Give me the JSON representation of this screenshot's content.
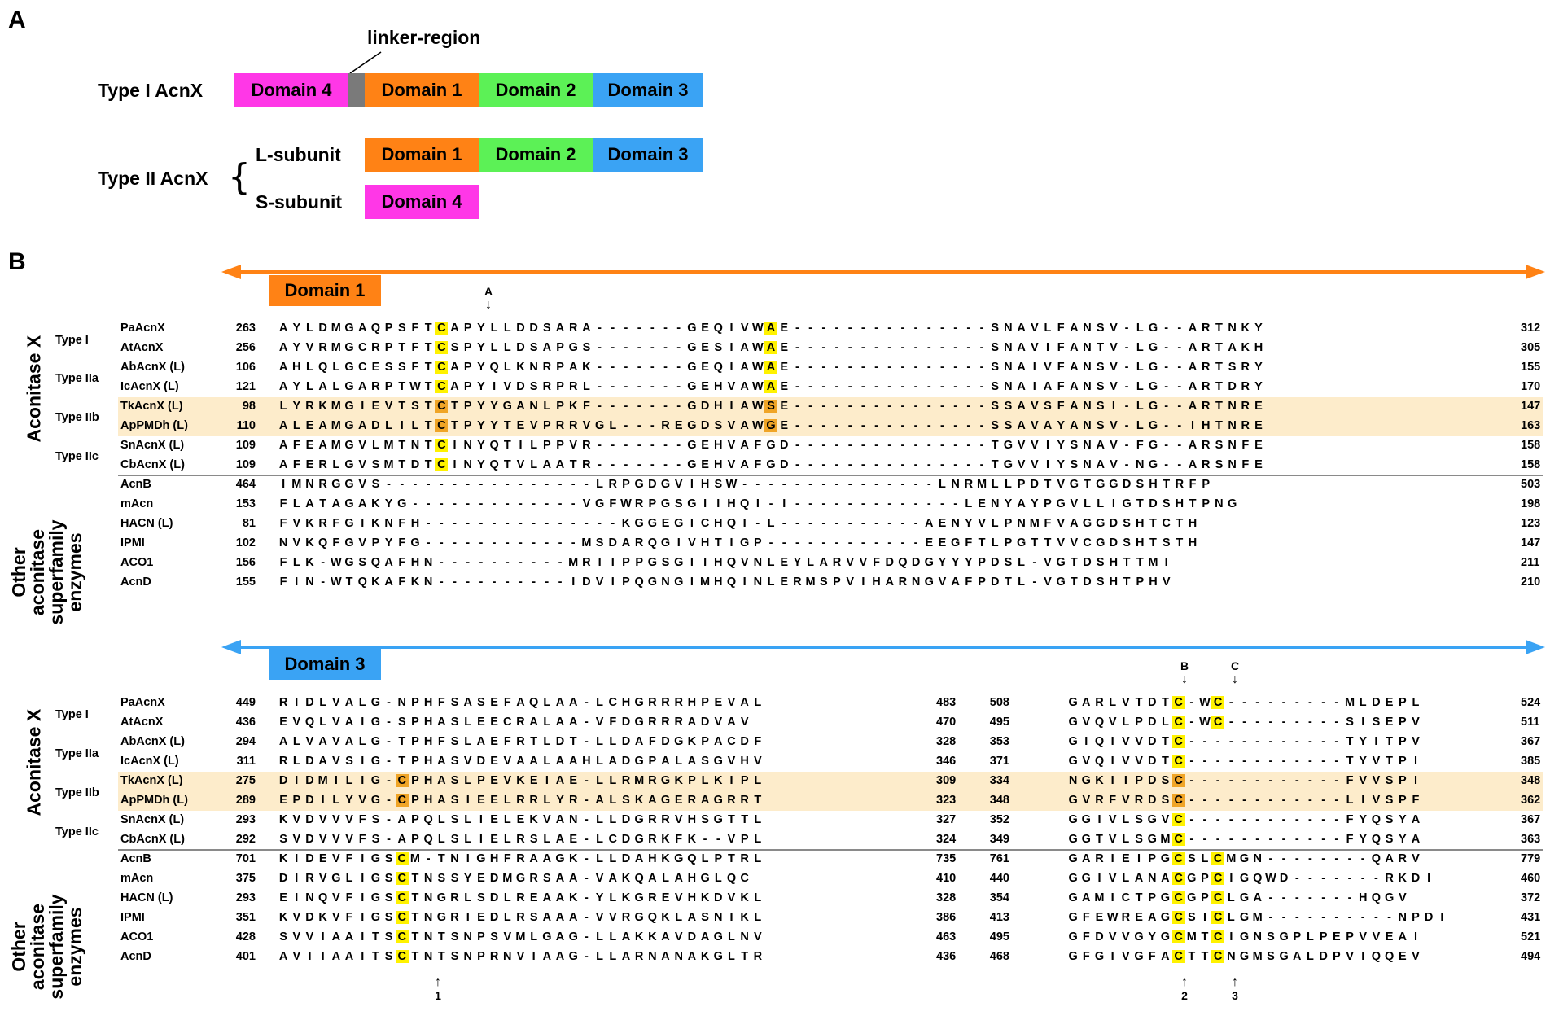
{
  "panel_a": {
    "letter": "A",
    "linker_label": "linker-region",
    "type1_label": "Type I AcnX",
    "type2_label": "Type II AcnX",
    "brace": "{",
    "l_subunit": "L-subunit",
    "s_subunit": "S-subunit",
    "domain1": "Domain 1",
    "domain2": "Domain 2",
    "domain3": "Domain 3",
    "domain4": "Domain 4"
  },
  "panel_b": {
    "letter": "B",
    "group_acnx": "Aconitase X",
    "group_other": [
      "Other",
      "aconitase",
      "superfamily",
      "enzymes"
    ],
    "type_labels": [
      "Type I",
      "Type IIa",
      "Type IIb",
      "Type IIc"
    ],
    "domain1_tag": "Domain 1",
    "domain3_tag": "Domain 3",
    "site_letters": {
      "a": "A",
      "b": "B",
      "c": "C"
    },
    "site_numbers": {
      "one": "1",
      "two": "2",
      "three": "3"
    }
  },
  "alignment1": [
    {
      "name": "PaAcnX",
      "start": "263",
      "seq": "AYLDMGAQPSFTCAPYLLDDSARA-------GEQIVWAE---------------SNAVLFANSV-LG--ARTNKY",
      "end": "312",
      "hl": {
        "12": "Y",
        "37": "Y"
      }
    },
    {
      "name": "AtAcnX",
      "start": "256",
      "seq": "AYVRMGCRPTFTCSPYLLDSAPGS-------GESIAWAE---------------SNAVIFANTV-LG--ARTAKH",
      "end": "305",
      "hl": {
        "12": "Y",
        "37": "Y"
      }
    },
    {
      "name": "AbAcnX (L)",
      "start": "106",
      "seq": "AHLQLGCESSFTCAPYQLKNRPAK-------GEQIAWAE---------------SNAIVFANSV-LG--ARTSRY",
      "end": "155",
      "hl": {
        "12": "Y",
        "37": "Y"
      }
    },
    {
      "name": "IcAcnX (L)",
      "start": "121",
      "seq": "AYLALGARPTWTCAPYIVDSRPRL-------GEHVAWAE---------------SNAIAFANSV-LG--ARTDRY",
      "end": "170",
      "hl": {
        "12": "Y",
        "37": "Y"
      }
    },
    {
      "name": "TkAcnX (L)",
      "start": "98",
      "seq": "LYRKMGIEVTSTCTPYYGANLPKF-------GDHIAWSE---------------SSAVSFANSI-LG--ARTNRE",
      "end": "147",
      "hl": {
        "12": "O",
        "37": "O"
      },
      "band": true
    },
    {
      "name": "ApPMDh (L)",
      "start": "110",
      "seq": "ALEAMGADLILTCTPYYTEVPRRVGL---REGDSVAWGE---------------SSAVAYANSV-LG--IHTNRE",
      "end": "163",
      "hl": {
        "12": "O",
        "37": "O"
      },
      "band": true
    },
    {
      "name": "SnAcnX (L)",
      "start": "109",
      "seq": "AFEAMGVLMTNTCINYQTILPPVR-------GEHVAFGD---------------TGVVIYSNAV-FG--ARSNFE",
      "end": "158",
      "hl": {
        "12": "Y"
      }
    },
    {
      "name": "CbAcnX (L)",
      "start": "109",
      "seq": "AFERLGVSMTDTCINYQTVLAATR-------GEHVAFGD---------------TGVVIYSNAV-NG--ARSNFE",
      "end": "158",
      "hl": {
        "12": "Y"
      }
    },
    {
      "name": "AcnB",
      "start": "464",
      "seq": "IMNRGGVS----------------LRPGDGVIHSW---------------LNRMLLPDTVGTGGDSHTRFP",
      "end": "503",
      "hl": {},
      "sep": true
    },
    {
      "name": "mAcn",
      "start": "153",
      "seq": "FLATAGAKYG-------------VGFWRPGSGIIHQI-I-------------LENYAYPGVLLIGTDSHTPNG",
      "end": "198",
      "hl": {}
    },
    {
      "name": "HACN (L)",
      "start": "81",
      "seq": "FVKRFGIKNFH---------------KGGEGICHQI-L-----------AENYVLPNMFVAGGDSHTCTH",
      "end": "123",
      "hl": {}
    },
    {
      "name": "IPMI",
      "start": "102",
      "seq": "NVKQFGVPYFG------------MSDARQGIVHTIGP------------EEGFTLPGTTVVCGDSHTSTH",
      "end": "147",
      "hl": {}
    },
    {
      "name": "ACO1",
      "start": "156",
      "seq": "FLK-WGSQAFHN----------MRIIPPGSGIIHQVNLEYLARVVFDQDGYYYPDSL-VGTDSHTTMI",
      "end": "211",
      "hl": {}
    },
    {
      "name": "AcnD",
      "start": "155",
      "seq": "FIN-WTQKAFKN----------IDVIPQGNGIMHQINLERMSPVIHARNGVAFPDTL-VGTDSHTPHV",
      "end": "210",
      "hl": {}
    }
  ],
  "alignment2": [
    {
      "name": "PaAcnX",
      "s1": "449",
      "seq1": "RIDLVALG-NPHFSASEFAQLAA-LCHGRRRHPEVAL",
      "e1": "483",
      "s2": "508",
      "seq2": "GARLVTDTC-WC---------MLDEPL",
      "e2": "524",
      "hl1": {},
      "hl2": {
        "8": "Y",
        "11": "Y"
      }
    },
    {
      "name": "AtAcnX",
      "s1": "436",
      "seq1": "EVQLVAIG-SPHASLEECRALAA-VFDGRRRADVAV",
      "e1": "470",
      "s2": "495",
      "seq2": "GVQVLPDLC-WC---------SISEPV",
      "e2": "511",
      "hl1": {},
      "hl2": {
        "8": "Y",
        "11": "Y"
      }
    },
    {
      "name": "AbAcnX (L)",
      "s1": "294",
      "seq1": "ALVAVALG-TPHFSLAEFRTLDT-LLDAFDGKPACDF",
      "e1": "328",
      "s2": "353",
      "seq2": "GIQIVVDTC------------TYITPV",
      "e2": "367",
      "hl1": {},
      "hl2": {
        "8": "Y"
      }
    },
    {
      "name": "IcAcnX (L)",
      "s1": "311",
      "seq1": "RLDAVSIG-TPHASVDEVAALAAHLADGPALASGVHV",
      "e1": "346",
      "s2": "371",
      "seq2": "GVQIVVDTC------------TYVTPI",
      "e2": "385",
      "hl1": {},
      "hl2": {
        "8": "Y"
      }
    },
    {
      "name": "TkAcnX (L)",
      "s1": "275",
      "seq1": "DIDMILIG-CPHASLPEVKEIAE-LLRMRGKPLKIPL",
      "e1": "309",
      "s2": "334",
      "seq2": "NGKIIPDSC------------FVVSPI",
      "e2": "348",
      "hl1": {
        "9": "O"
      },
      "hl2": {
        "8": "O"
      },
      "band": true
    },
    {
      "name": "ApPMDh (L)",
      "s1": "289",
      "seq1": "EPDILYVG-CPHASIEELRRLYR-ALSKAGERAGRRT",
      "e1": "323",
      "s2": "348",
      "seq2": "GVRFVRDSC------------LIVSPF",
      "e2": "362",
      "hl1": {
        "9": "O"
      },
      "hl2": {
        "8": "O"
      },
      "band": true
    },
    {
      "name": "SnAcnX (L)",
      "s1": "293",
      "seq1": "KVDVVVFS-APQLSLIELEKVAN-LLDGRRVHSGTTL",
      "e1": "327",
      "s2": "352",
      "seq2": "GGIVLSGVC------------FYQSYA",
      "e2": "367",
      "hl1": {},
      "hl2": {
        "8": "Y"
      }
    },
    {
      "name": "CbAcnX (L)",
      "s1": "292",
      "seq1": "SVDVVVFS-APQLSLIELRSLAE-LCDGRKFK--VPL",
      "e1": "324",
      "s2": "349",
      "seq2": "GGTVLSGMC------------FYQSYA",
      "e2": "363",
      "hl1": {},
      "hl2": {
        "8": "Y"
      }
    },
    {
      "name": "AcnB",
      "s1": "701",
      "seq1": "KIDEVFIGSCM-TNIGHFRAAGK-LLDAHKGQLPTRL",
      "e1": "735",
      "s2": "761",
      "seq2": "GARIEIPGCSLCMGN--------QARV",
      "e2": "779",
      "hl1": {
        "9": "Y"
      },
      "hl2": {
        "8": "Y",
        "11": "Y"
      },
      "sep": true
    },
    {
      "name": "mAcn",
      "s1": "375",
      "seq1": "DIRVGLIGSCTNSSYEDMGRSAA-VAKQALAHGLQC",
      "e1": "410",
      "s2": "440",
      "seq2": "GGIVLANACGPCIGQWD-------RKDI",
      "e2": "460",
      "hl1": {
        "9": "Y"
      },
      "hl2": {
        "8": "Y",
        "11": "Y"
      }
    },
    {
      "name": "HACN (L)",
      "s1": "293",
      "seq1": "EINQVFIGSCTNGRLSDLREAAK-YLKGREVHKDVKL",
      "e1": "328",
      "s2": "354",
      "seq2": "GAMICTPGCGPCLGA-------HQGV",
      "e2": "372",
      "hl1": {
        "9": "Y"
      },
      "hl2": {
        "8": "Y",
        "11": "Y"
      }
    },
    {
      "name": "IPMI",
      "s1": "351",
      "seq1": "KVDKVFIGSCTNGRIEDLRSAAA-VVRGQKLASNIKL",
      "e1": "386",
      "s2": "413",
      "seq2": "GFEWREAGCSICLGM----------NPDI",
      "e2": "431",
      "hl1": {
        "9": "Y"
      },
      "hl2": {
        "8": "Y",
        "11": "Y"
      }
    },
    {
      "name": "ACO1",
      "s1": "428",
      "seq1": "SVVIAAITSCTNTSNPSVMLGAG-LLAKKAVDAGLNV",
      "e1": "463",
      "s2": "495",
      "seq2": "GFDVVGYGCMTCIGNSGPLPEPVVEAI",
      "e2": "521",
      "hl1": {
        "9": "Y"
      },
      "hl2": {
        "8": "Y",
        "11": "Y"
      }
    },
    {
      "name": "AcnD",
      "s1": "401",
      "seq1": "AVIIAAITSCTNTSNPRNVIAAG-LLARNANAKGLTR",
      "e1": "436",
      "s2": "468",
      "seq2": "GFGIVGFACTTCNGMSGALDPVIQQEV",
      "e2": "494",
      "hl1": {
        "9": "Y"
      },
      "hl2": {
        "8": "Y",
        "11": "Y"
      }
    }
  ],
  "colors": {
    "orange": "#ff8215",
    "green": "#5cf156",
    "blue": "#3aa3f4",
    "magenta": "#ff37e7",
    "yellow_highlight": "#fff200",
    "orange_highlight": "#f0a527",
    "band": "#fdeccb"
  }
}
